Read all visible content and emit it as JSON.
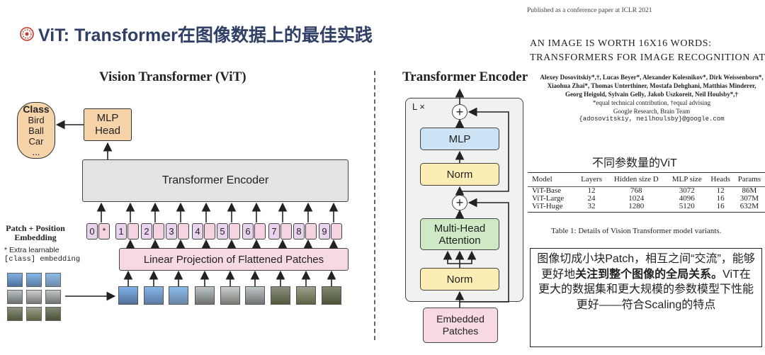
{
  "slide": {
    "title": "ViT: Transformer在图像数据上的最佳实践"
  },
  "vit": {
    "title": "Vision Transformer (ViT)",
    "class_title": "Class",
    "classes": [
      "Bird",
      "Ball",
      "Car",
      "..."
    ],
    "mlp_head": "MLP Head",
    "encoder": "Transformer Encoder",
    "linear_projection": "Linear Projection of Flattened Patches",
    "patch_position_label": "Patch + Position Embedding",
    "extra_note": "* Extra learnable",
    "extra_note2": "[class] embedding",
    "tokens": [
      "0",
      "1",
      "2",
      "3",
      "4",
      "5",
      "6",
      "7",
      "8",
      "9"
    ],
    "star": "*"
  },
  "encoder": {
    "title": "Transformer Encoder",
    "repeat": "L ×",
    "mlp": "MLP",
    "norm": "Norm",
    "mha": "Multi-Head Attention",
    "embedded": "Embedded Patches",
    "plus": "+"
  },
  "paper": {
    "header": "Published as a conference paper at ICLR 2021",
    "title_line1": "AN IMAGE IS WORTH 16X16 WORDS:",
    "title_line2": "TRANSFORMERS FOR IMAGE RECOGNITION AT SCALE",
    "authors": "Alexey Dosovitskiy*,†, Lucas Beyer*, Alexander Kolesnikov*, Dirk Weissenborn*, Xiaohua Zhai*, Thomas Unterthiner, Mostafa Dehghani, Matthias Minderer, Georg Heigold, Sylvain Gelly, Jakob Uszkoreit, Neil Houlsby*,†",
    "note1": "*equal technical contribution, †equal advising",
    "note2": "Google Research, Brain Team",
    "email": "{adosovitskiy, neilhoulsby}@google.com"
  },
  "params": {
    "title": "不同参数量的ViT",
    "headers": [
      "Model",
      "Layers",
      "Hidden size D",
      "MLP size",
      "Heads",
      "Params"
    ],
    "rows": [
      [
        "ViT-Base",
        "12",
        "768",
        "3072",
        "12",
        "86M"
      ],
      [
        "ViT-Large",
        "24",
        "1024",
        "4096",
        "16",
        "307M"
      ],
      [
        "ViT-Huge",
        "32",
        "1280",
        "5120",
        "16",
        "632M"
      ]
    ],
    "caption": "Table 1: Details of Vision Transformer model variants."
  },
  "summary": {
    "part1": "图像切成小块Patch，相互之间“交流”，能够更好地",
    "bold": "关注到整个图像的全局关系。",
    "part2": "ViT在更大的数据集和更大规模的参数模型下性能更好——符合Scaling的特点"
  },
  "colors": {
    "title": "#2f3f66",
    "logo": "#c0392b",
    "class_box": "#f6d3a8",
    "encoder_gray": "#e3e3e3",
    "projection_pink": "#f7d9e2",
    "token_purple": "#e9d3ef",
    "mlp_blue": "#cbe3f5",
    "norm_yellow": "#fbedb3",
    "mha_green": "#cfe9c4"
  }
}
